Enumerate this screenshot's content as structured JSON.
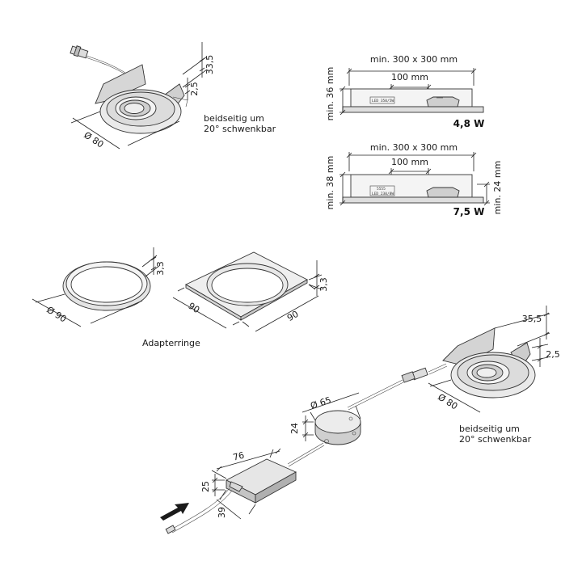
{
  "spot_top": {
    "height": "33,5",
    "offset": "2,5",
    "diameter": "Ø 80",
    "note_line1": "beidseitig um",
    "note_line2": "20° schwenkbar"
  },
  "install_a": {
    "width": "min. 300 x 300 mm",
    "spacing": "100 mm",
    "depth": "min. 36 mm",
    "label": "LED 350/5W",
    "power": "4,8 W"
  },
  "install_b": {
    "width": "min. 300 x 300 mm",
    "spacing": "100 mm",
    "depth_left": "min. 38 mm",
    "depth_right": "min. 24 mm",
    "label_top": "5555",
    "label": "LED 230/8W",
    "power": "7,5 W"
  },
  "adapters": {
    "round_height": "3,3",
    "round_diameter": "Ø 90",
    "square_height": "3,3",
    "square_w": "90",
    "square_d": "90",
    "caption": "Adapterringe"
  },
  "set": {
    "spot_height": "35,5",
    "spot_offset": "2,5",
    "spot_diameter": "Ø 80",
    "hub_diameter": "Ø 65",
    "hub_height": "24",
    "driver_length": "76",
    "driver_height": "25",
    "driver_width": "39",
    "note_line1": "beidseitig um",
    "note_line2": "20° schwenkbar"
  },
  "colors": {
    "metal": "#e9e9e9",
    "metal_dark": "#bdbdbd",
    "metal_mid": "#d4d4d4",
    "line": "#222222",
    "arrow": "#1a1a1a"
  },
  "icons": {
    "feed_arrow": "arrow-right-icon"
  }
}
